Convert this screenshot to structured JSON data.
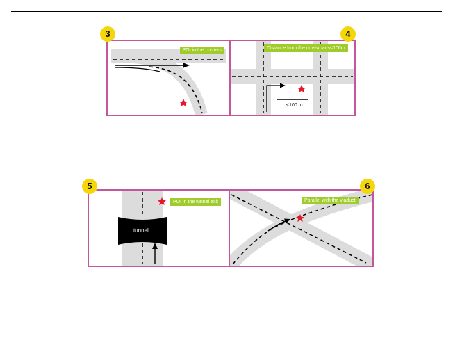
{
  "figure": {
    "top_group": {
      "panel_3": {
        "number": "3",
        "label": "POI in the corners"
      },
      "panel_4": {
        "number": "4",
        "label": "Distance from the crossroads<100m",
        "distance_text": "<100 m"
      }
    },
    "bottom_group": {
      "panel_5": {
        "number": "5",
        "label": "POI in the tunnel exit",
        "tunnel_text": "tunnel"
      },
      "panel_6": {
        "number": "6",
        "label": "Parallel with the viaduct"
      }
    }
  },
  "colors": {
    "frame": "#c4579a",
    "label_bg": "#9fcb2b",
    "badge": "#f4d60a",
    "road": "#dcdcdc",
    "poi_star": "#e8162a"
  }
}
